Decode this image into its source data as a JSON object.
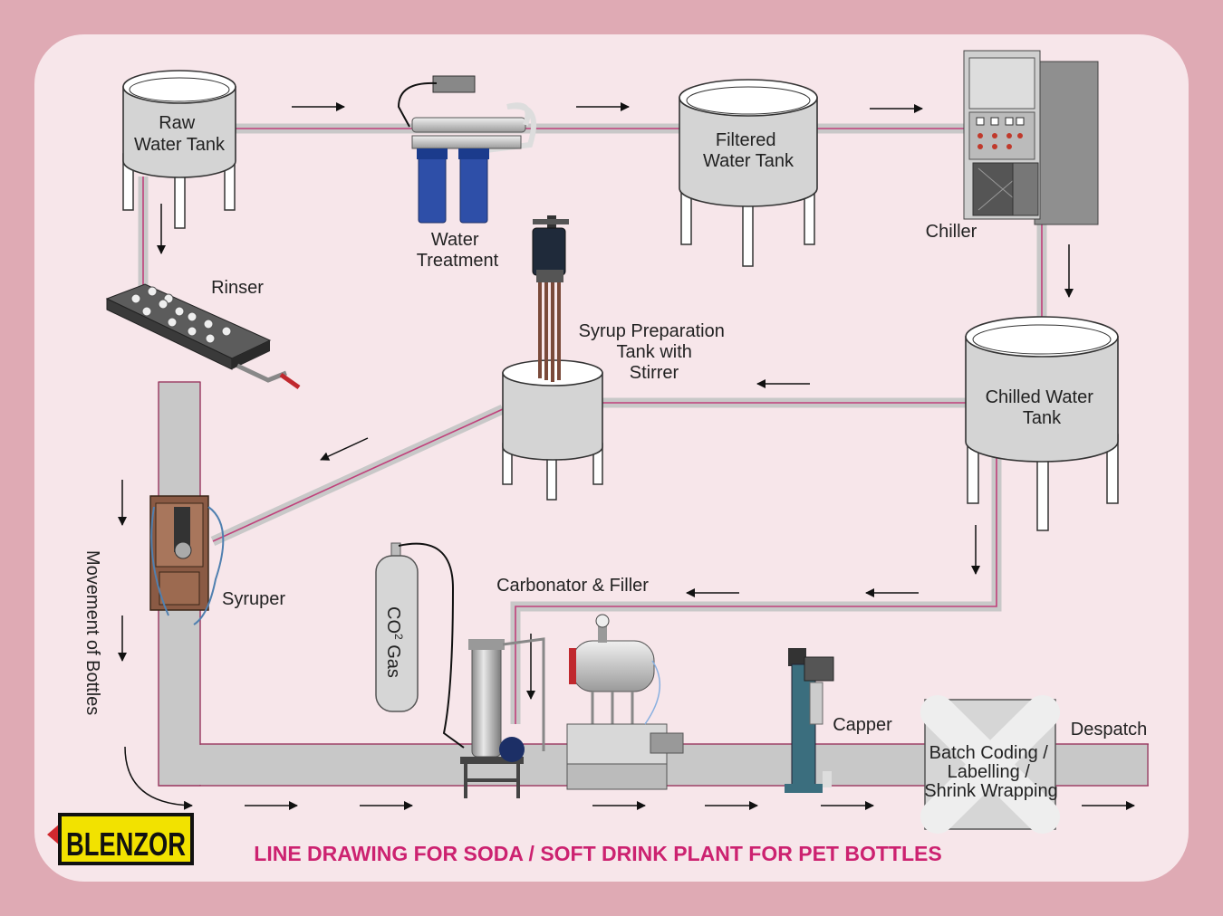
{
  "title": "LINE DRAWING FOR SODA / SOFT DRINK PLANT FOR PET BOTTLES",
  "logo": "BLENZOR",
  "colors": {
    "background": "#dfaab4",
    "panel": "#f7e6ea",
    "pipe": "#c8c8c8",
    "pipe_line": "#c0407a",
    "title": "#cc2270",
    "logo_bg": "#f2e200"
  },
  "nodes": {
    "raw_water_tank": [
      "Raw",
      "Water Tank"
    ],
    "water_treatment": [
      "Water",
      "Treatment"
    ],
    "filtered_water_tank": [
      "Filtered",
      "Water Tank"
    ],
    "chiller": "Chiller",
    "rinser": "Rinser",
    "syrup_tank": [
      "Syrup Preparation",
      "Tank with",
      "Stirrer"
    ],
    "chilled_water_tank": [
      "Chilled Water",
      "Tank"
    ],
    "syruper": "Syruper",
    "co2_gas": "CO",
    "co2_sub": "2",
    "co2_suffix": " Gas",
    "carbonator_filler": "Carbonator & Filler",
    "capper": "Capper",
    "batch_coding": [
      "Batch Coding /",
      "Labelling /",
      "Shrink Wrapping"
    ],
    "despatch": "Despatch",
    "movement": "Movement of Bottles"
  }
}
